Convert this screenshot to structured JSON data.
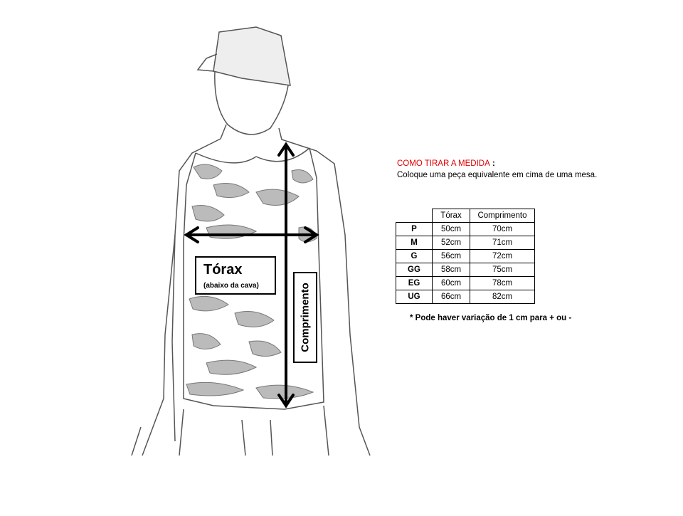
{
  "figure": {
    "torax_label": "Tórax",
    "torax_sublabel": "(abaixo da cava)",
    "comprimento_label": "Comprimento"
  },
  "instructions": {
    "title": "COMO TIRAR A MEDIDA",
    "title_suffix": " :",
    "text": "Coloque uma peça  equivalente  em cima de uma mesa."
  },
  "size_table": {
    "headers": [
      "",
      "Tórax",
      "Comprimento"
    ],
    "rows": [
      {
        "size": "P",
        "torax": "50cm",
        "comprimento": "70cm"
      },
      {
        "size": "M",
        "torax": "52cm",
        "comprimento": "71cm"
      },
      {
        "size": "G",
        "torax": "56cm",
        "comprimento": "72cm"
      },
      {
        "size": "GG",
        "torax": "58cm",
        "comprimento": "75cm"
      },
      {
        "size": "EG",
        "torax": "60cm",
        "comprimento": "78cm"
      },
      {
        "size": "UG",
        "torax": "66cm",
        "comprimento": "82cm"
      }
    ]
  },
  "note": "* Pode haver variação de 1 cm para + ou -"
}
